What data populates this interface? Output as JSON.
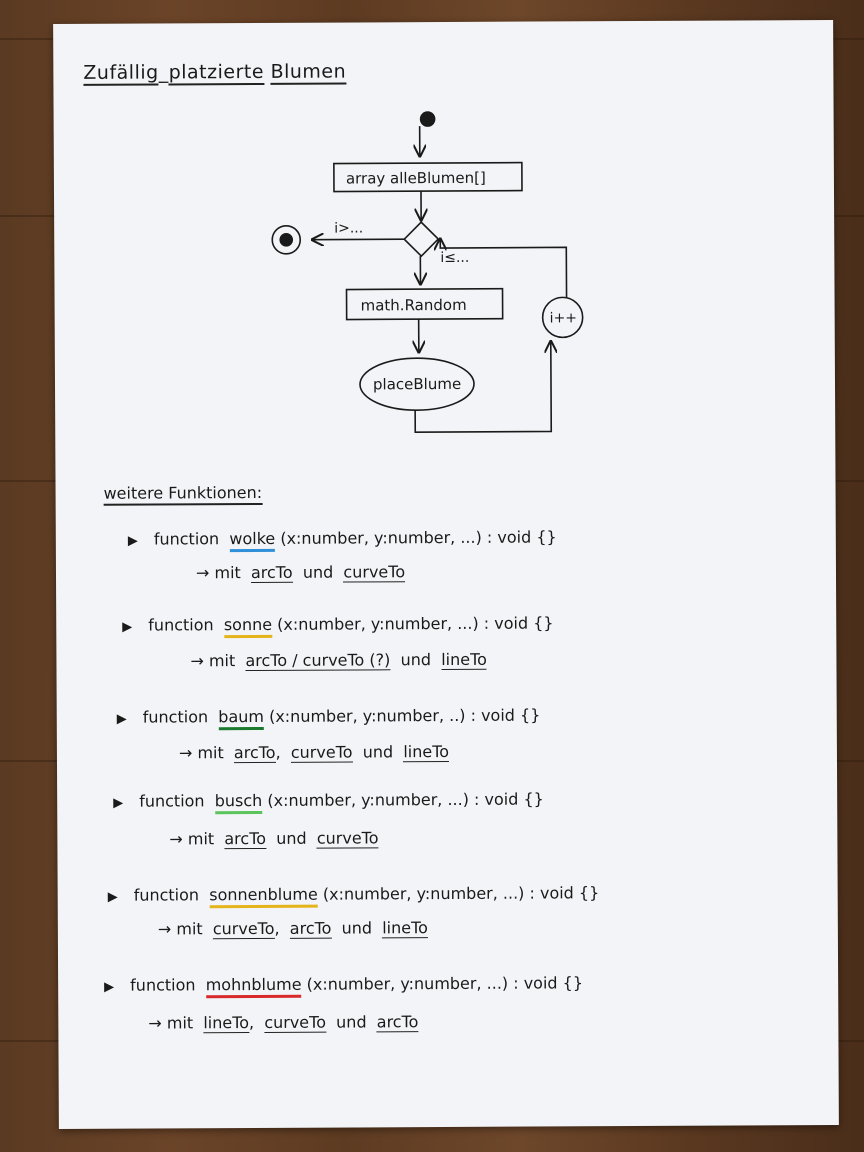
{
  "title": {
    "part1": "Zufällig",
    "sep1": "_",
    "part2": "platzierte",
    "part3": "Blumen"
  },
  "diagram": {
    "nodes": {
      "array": "array alleBlumen[]",
      "random": "math.Random",
      "place": "placeBlume",
      "inc": "i++"
    },
    "edges": {
      "exit": "i>...",
      "loop": "i≤..."
    }
  },
  "section_title": "weitere Funktionen:",
  "functions": [
    {
      "keyword": "function",
      "name": "wolke",
      "name_color": "#2f8fd8",
      "signature": "(x:number, y:number, ...) : void {}",
      "arrow": "→ mit",
      "tools": [
        "arcTo",
        "und",
        "curveTo"
      ]
    },
    {
      "keyword": "function",
      "name": "sonne",
      "name_color": "#e5b41a",
      "signature": "(x:number, y:number, ...) : void {}",
      "arrow": "→ mit",
      "tools": [
        "arcTo / curveTo (?)",
        "und",
        "lineTo"
      ]
    },
    {
      "keyword": "function",
      "name": "baum",
      "name_color": "#1c7a2e",
      "signature": "(x:number, y:number, ..) : void {}",
      "arrow": "→ mit",
      "tools": [
        "arcTo",
        ",",
        "curveTo",
        "und",
        "lineTo"
      ]
    },
    {
      "keyword": "function",
      "name": "busch",
      "name_color": "#5cc45c",
      "signature": "(x:number, y:number, ...) : void {}",
      "arrow": "→ mit",
      "tools": [
        "arcTo",
        "und",
        "curveTo"
      ]
    },
    {
      "keyword": "function",
      "name": "sonnenblume",
      "name_color": "#e5b41a",
      "signature": "(x:number, y:number, ...) : void {}",
      "arrow": "→ mit",
      "tools": [
        "curveTo",
        ",",
        "arcTo",
        "und",
        "lineTo"
      ]
    },
    {
      "keyword": "function",
      "name": "mohnblume",
      "name_color": "#d82a2a",
      "signature": "(x:number, y:number, ...) : void {}",
      "arrow": "→ mit",
      "tools": [
        "lineTo",
        ",",
        "curveTo",
        "und",
        "arcTo"
      ]
    }
  ]
}
